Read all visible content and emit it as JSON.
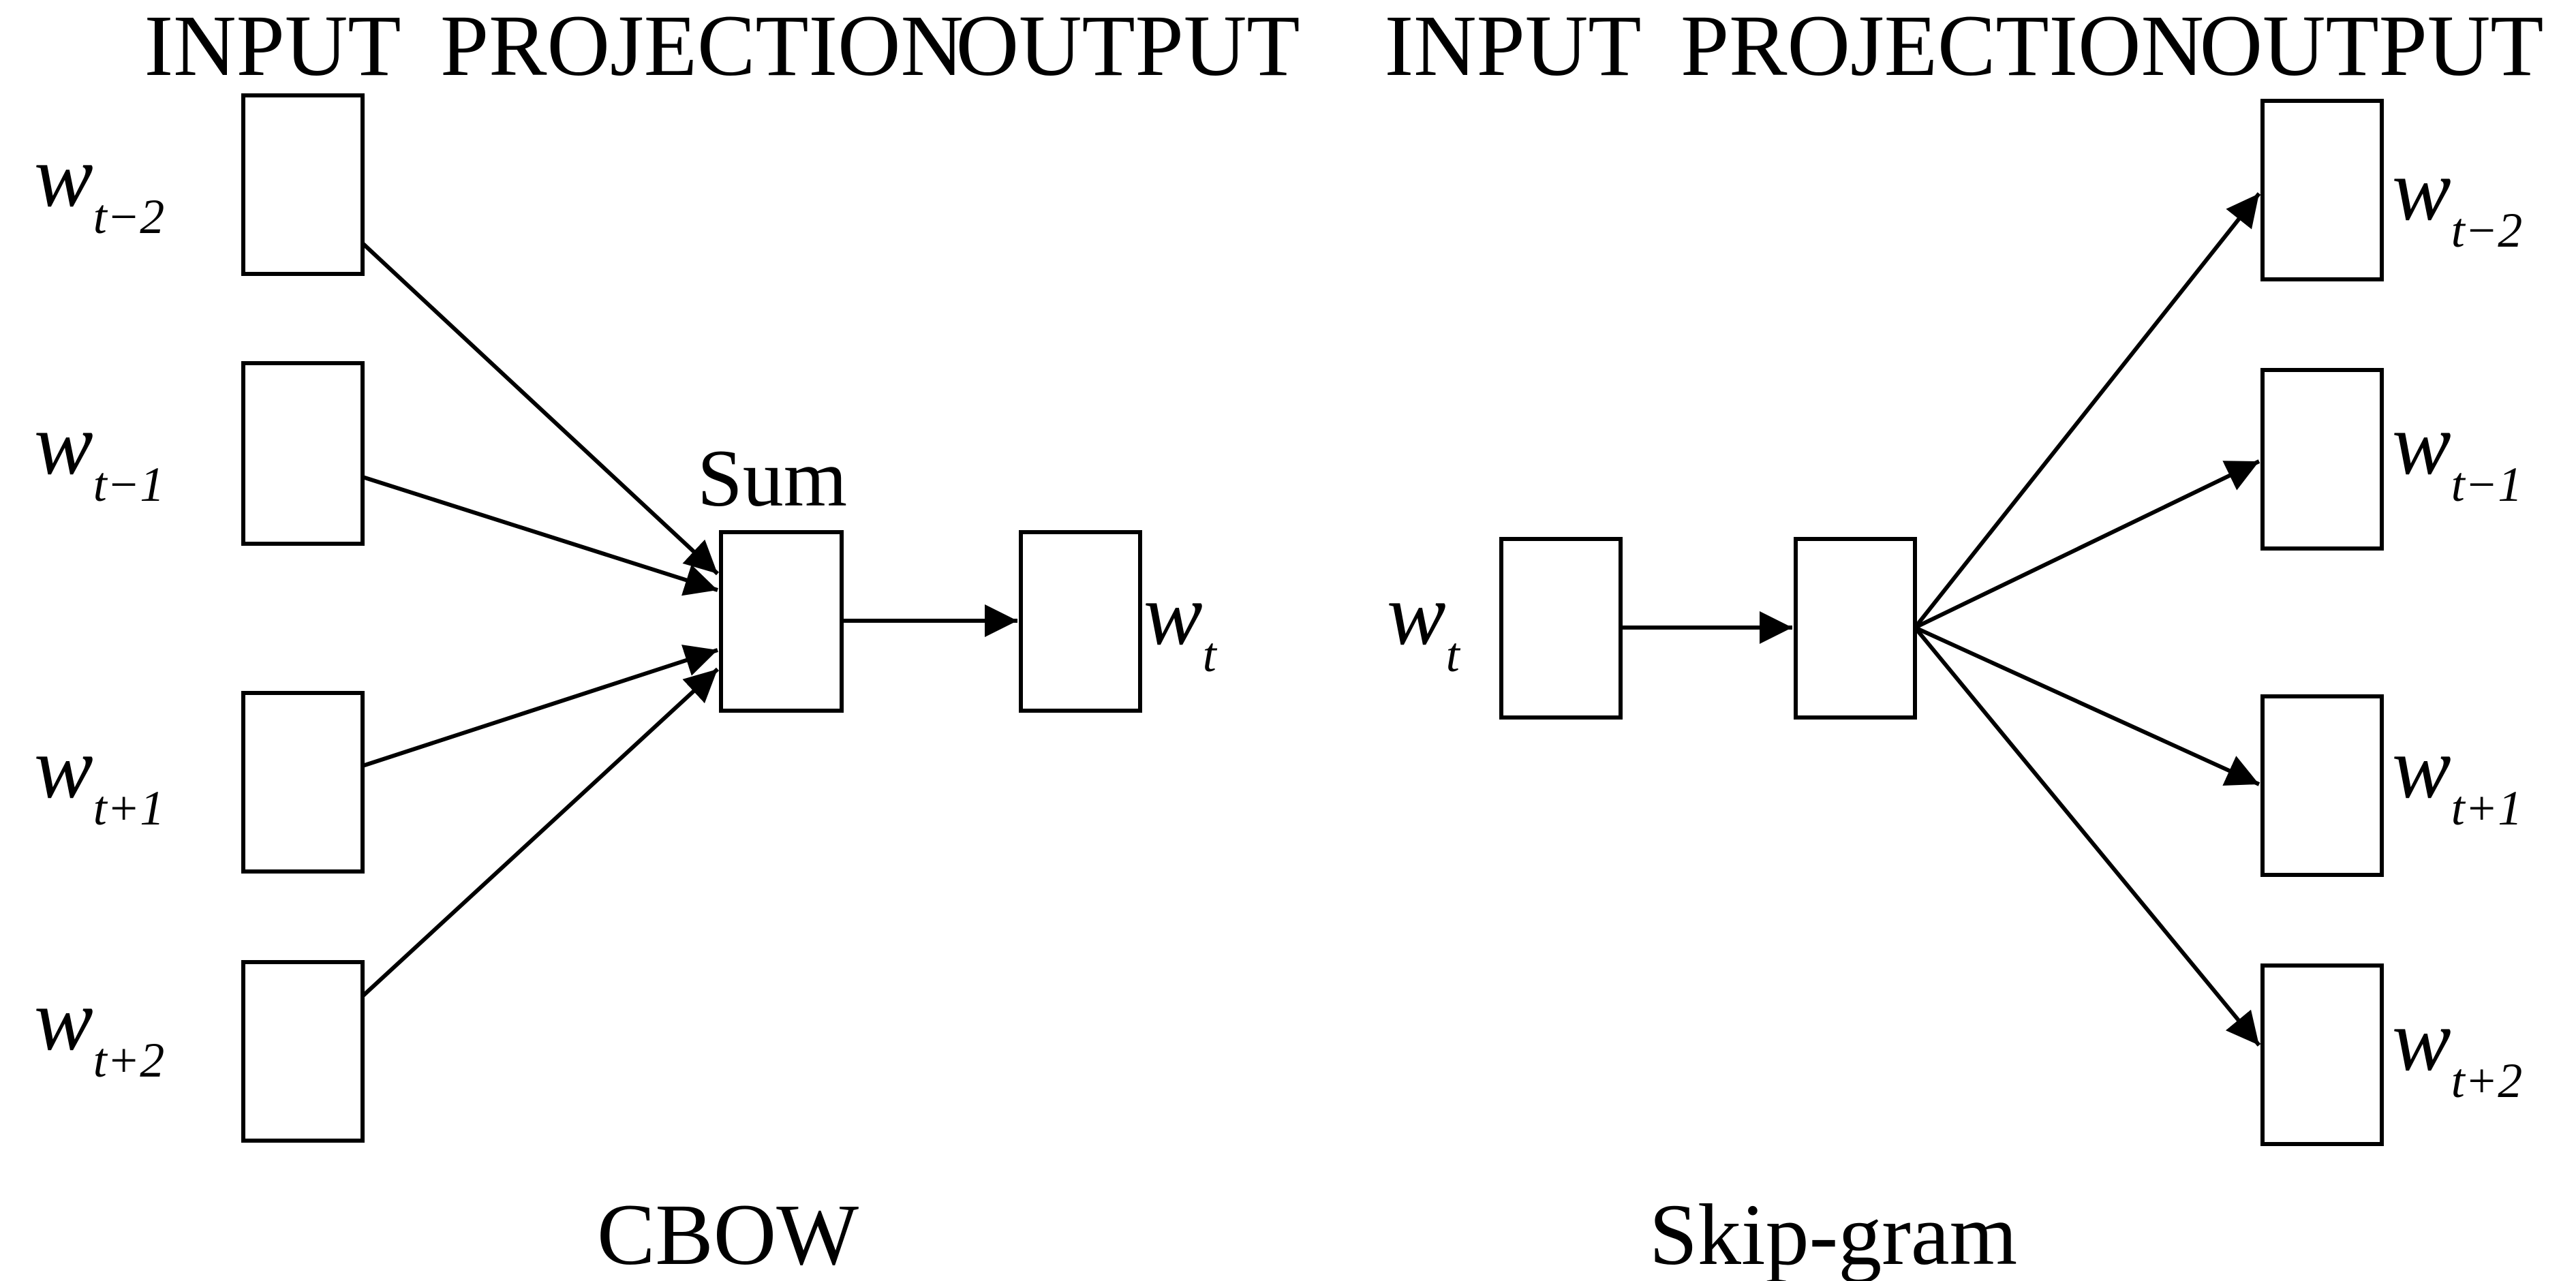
{
  "headers": {
    "cbow_input": "INPUT",
    "cbow_projection": "PROJECTION",
    "cbow_output": "OUTPUT",
    "skip_input": "INPUT",
    "skip_projection": "PROJECTION",
    "skip_output": "OUTPUT"
  },
  "cbow": {
    "caption": "CBOW",
    "sum_label": "Sum",
    "inputs": [
      {
        "base": "w",
        "sub": "t−2"
      },
      {
        "base": "w",
        "sub": "t−1"
      },
      {
        "base": "w",
        "sub": "t+1"
      },
      {
        "base": "w",
        "sub": "t+2"
      }
    ],
    "output": {
      "base": "w",
      "sub": "t"
    }
  },
  "skipgram": {
    "caption": "Skip-gram",
    "input": {
      "base": "w",
      "sub": "t"
    },
    "outputs": [
      {
        "base": "w",
        "sub": "t−2"
      },
      {
        "base": "w",
        "sub": "t−1"
      },
      {
        "base": "w",
        "sub": "t+1"
      },
      {
        "base": "w",
        "sub": "t+2"
      }
    ]
  },
  "colors": {
    "stroke": "#000000",
    "background": "#ffffff"
  }
}
